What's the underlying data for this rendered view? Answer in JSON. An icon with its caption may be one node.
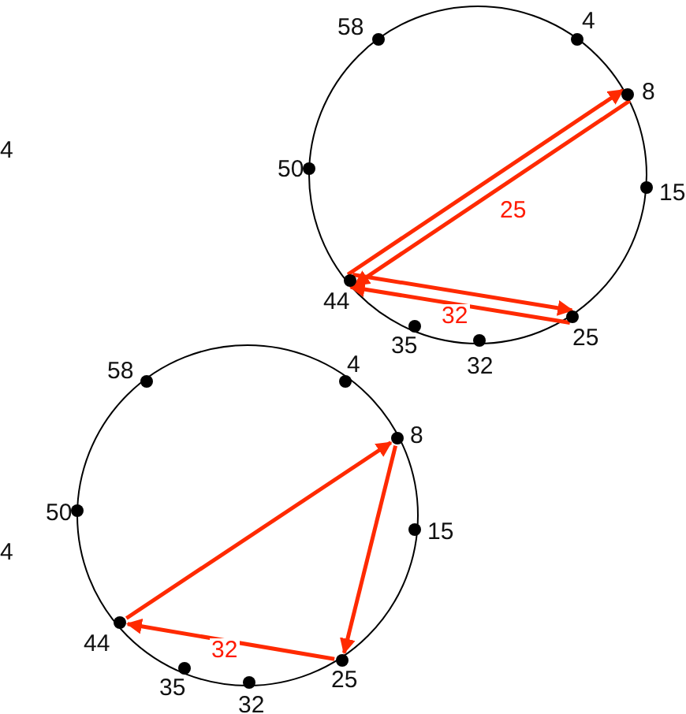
{
  "diagram": {
    "nodes": [
      {
        "text": [],
        "shape": "circle",
        "beside": [
          "58"
        ]
      },
      {
        "text": [],
        "shape": "circle",
        "beside": [
          "4"
        ]
      },
      {
        "text": [],
        "shape": "circle",
        "beside": [
          "8"
        ]
      },
      {
        "text": [],
        "shape": "circle",
        "beside": [
          "50"
        ]
      },
      {
        "text": [],
        "shape": "circle",
        "beside": [
          "15"
        ]
      },
      {
        "text": [],
        "shape": "circle",
        "beside": [
          "44"
        ]
      },
      {
        "text": [],
        "shape": "circle",
        "beside": [
          "25"
        ]
      },
      {
        "text": [],
        "shape": "circle",
        "beside": [
          "35"
        ]
      },
      {
        "text": [],
        "shape": "circle",
        "beside": [
          "32"
        ]
      },
      {
        "text": [],
        "shape": "circle",
        "beside": [
          "58"
        ]
      },
      {
        "text": [],
        "shape": "circle",
        "beside": [
          "4"
        ]
      },
      {
        "text": [],
        "shape": "circle",
        "beside": [
          "8"
        ]
      },
      {
        "text": [],
        "shape": "circle",
        "beside": [
          "15"
        ]
      },
      {
        "text": [],
        "shape": "circle",
        "beside": [
          "50"
        ]
      },
      {
        "text": [],
        "shape": "circle",
        "beside": [
          "44"
        ]
      },
      {
        "text": [],
        "shape": "circle",
        "beside": [
          "25"
        ]
      },
      {
        "text": [],
        "shape": "circle",
        "beside": [
          "35"
        ]
      },
      {
        "text": [],
        "shape": "circle",
        "beside": [
          "32"
        ]
      }
    ],
    "edges": [
      {
        "from": 5,
        "to": 2,
        "arrow": "to"
      },
      {
        "from": 2,
        "to": 5,
        "arrow": "to",
        "label": "25"
      },
      {
        "from": 5,
        "to": 6,
        "arrow": "to"
      },
      {
        "from": 6,
        "to": 5,
        "arrow": "to",
        "label": "32"
      },
      {
        "from": 14,
        "to": 11,
        "arrow": "to"
      },
      {
        "from": 11,
        "to": 15,
        "arrow": "to"
      },
      {
        "from": 15,
        "to": 14,
        "arrow": "to",
        "label": "32"
      }
    ],
    "labels": [
      "4",
      "4"
    ]
  }
}
